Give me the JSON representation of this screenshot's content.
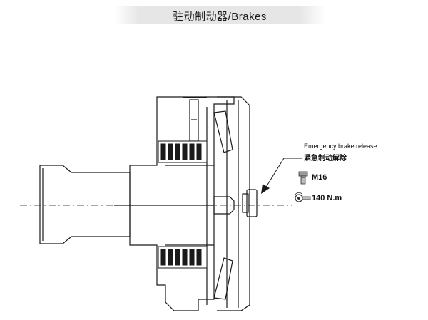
{
  "header": {
    "title": "驻动制动器/Brakes"
  },
  "annotation": {
    "release_en": "Emergency brake release",
    "release_zh": "紧急制动解除",
    "bolt_size": "M16",
    "torque": "140 N.m",
    "icons": [
      "bolt-icon",
      "torque-wrench-icon"
    ]
  },
  "colors": {
    "line": "#1a1a1a",
    "title_band": "#e6e6e6"
  }
}
